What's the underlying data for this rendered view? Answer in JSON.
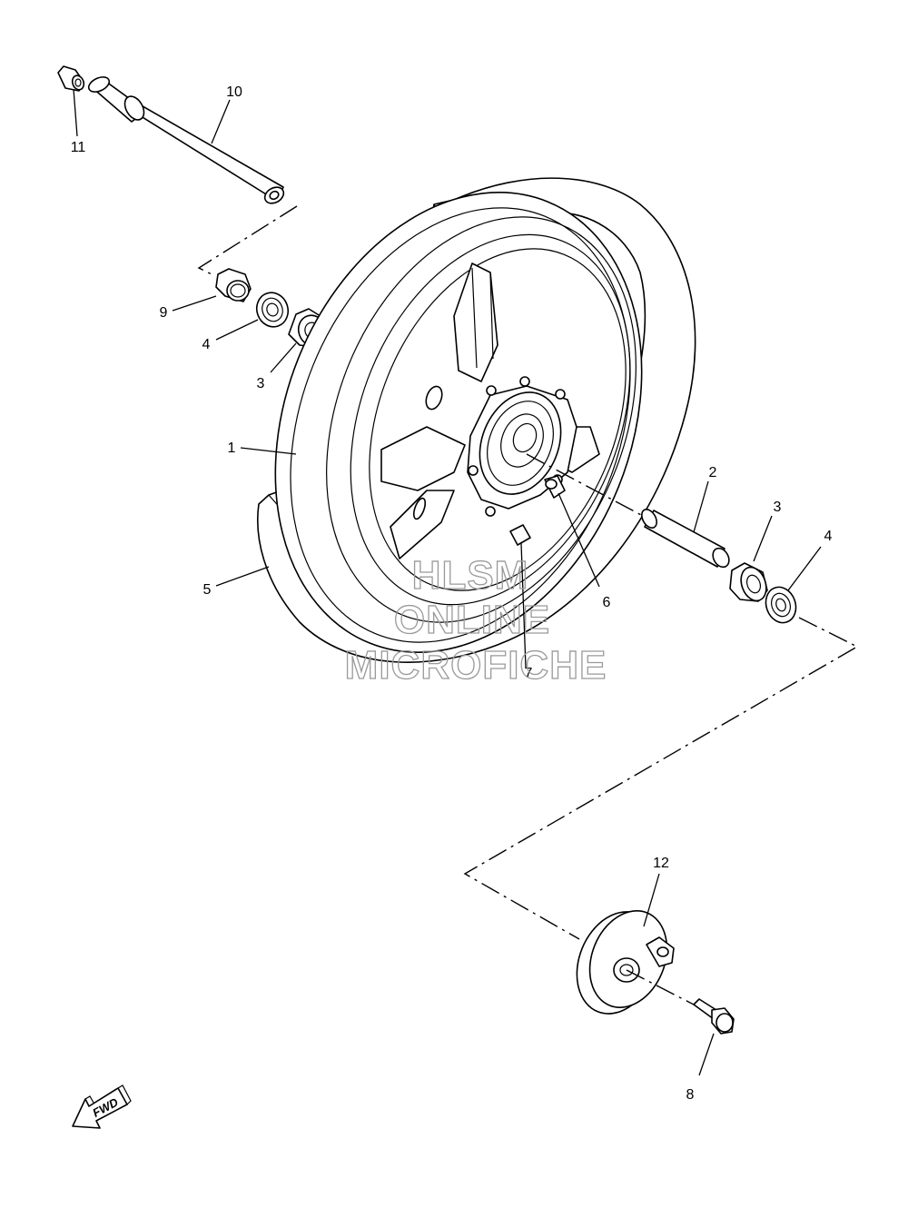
{
  "callouts": [
    {
      "id": "c1",
      "label": "1"
    },
    {
      "id": "c2",
      "label": "2"
    },
    {
      "id": "c3a",
      "label": "3"
    },
    {
      "id": "c3b",
      "label": "3"
    },
    {
      "id": "c4a",
      "label": "4"
    },
    {
      "id": "c4b",
      "label": "4"
    },
    {
      "id": "c5",
      "label": "5"
    },
    {
      "id": "c6",
      "label": "6"
    },
    {
      "id": "c7",
      "label": "7"
    },
    {
      "id": "c8",
      "label": "8"
    },
    {
      "id": "c9",
      "label": "9"
    },
    {
      "id": "c10",
      "label": "10"
    },
    {
      "id": "c11",
      "label": "11"
    },
    {
      "id": "c12",
      "label": "12"
    }
  ],
  "watermark": {
    "line1": "HLSM",
    "line2": "ONLINE",
    "line3": "MICROFICHE"
  },
  "direction_marker": {
    "label": "FWD"
  },
  "colors": {
    "line": "#000000",
    "background": "#ffffff",
    "watermark": "#9a9a9a"
  }
}
